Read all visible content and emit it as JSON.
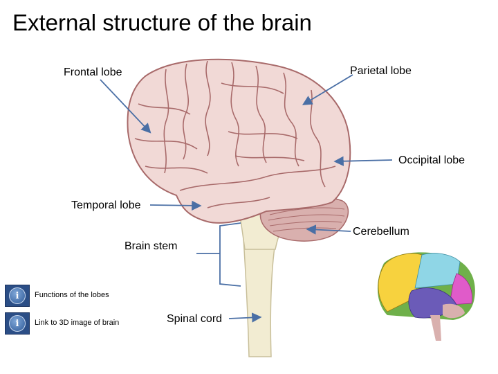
{
  "title": "External structure of the brain",
  "labels": {
    "frontal": "Frontal lobe",
    "parietal": "Parietal lobe",
    "occipital": "Occipital lobe",
    "temporal": "Temporal lobe",
    "cerebellum": "Cerebellum",
    "brain_stem": "Brain stem",
    "spinal_cord": "Spinal cord"
  },
  "links": {
    "functions": "Functions of the lobes",
    "image3d": "Link  to 3D image of brain"
  },
  "icons": {
    "link": "info-icon"
  },
  "colors": {
    "cortex": "#f1d9d6",
    "gyri_lines": "#a86a6a",
    "cerebellum": "#d9b0ae",
    "brainstem": "#f2ecd2",
    "pointer": "#4a6fa5",
    "lobe_frontal": "#f7d23e",
    "lobe_parietal": "#8fd6e6",
    "lobe_occipital": "#e05bc9",
    "lobe_temporal": "#6b5bb8",
    "lobe_inner": "#6fb04a"
  }
}
